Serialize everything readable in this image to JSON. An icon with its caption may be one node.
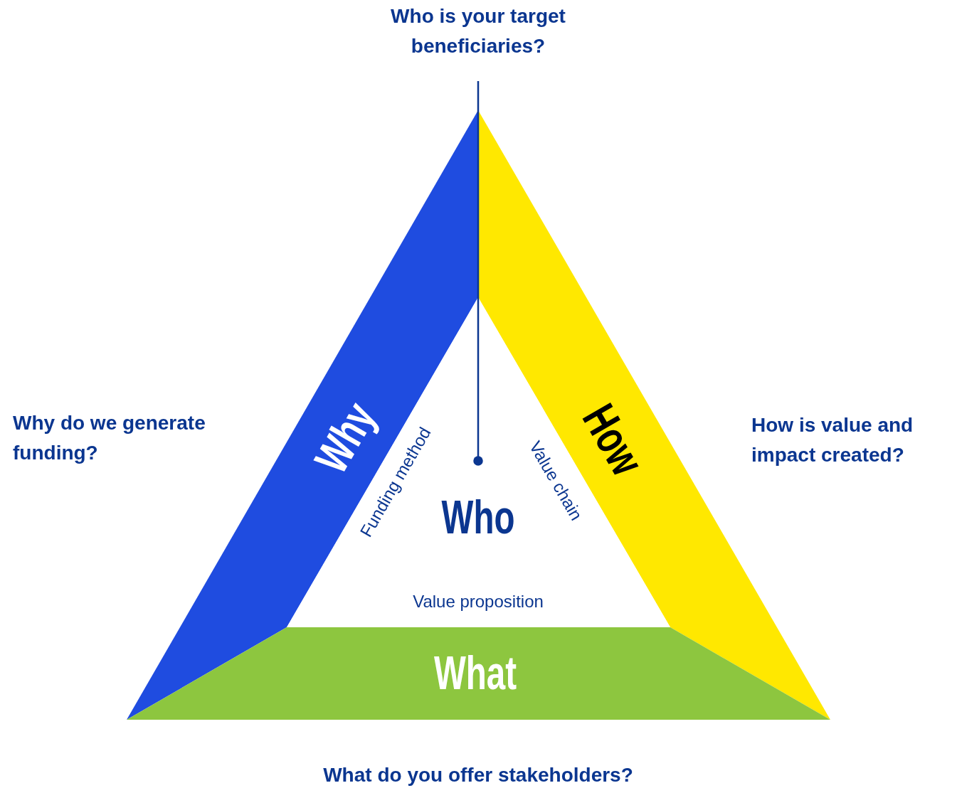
{
  "diagram": {
    "nodes": [
      {
        "text": [
          "Why"
        ]
      },
      {
        "text": [
          "How"
        ]
      },
      {
        "text": [
          "What"
        ]
      },
      {
        "text": [
          "Who"
        ]
      },
      {
        "text": [
          "Who is your target beneficiaries?"
        ]
      }
    ],
    "edges": [
      {
        "from": 4,
        "to": 3,
        "arrow": "other"
      }
    ],
    "labels": [
      "Why do we generate funding?",
      "How is value and impact created?",
      "Funding method",
      "Value chain",
      "Value proposition",
      "What do you offer stakeholders?"
    ]
  }
}
